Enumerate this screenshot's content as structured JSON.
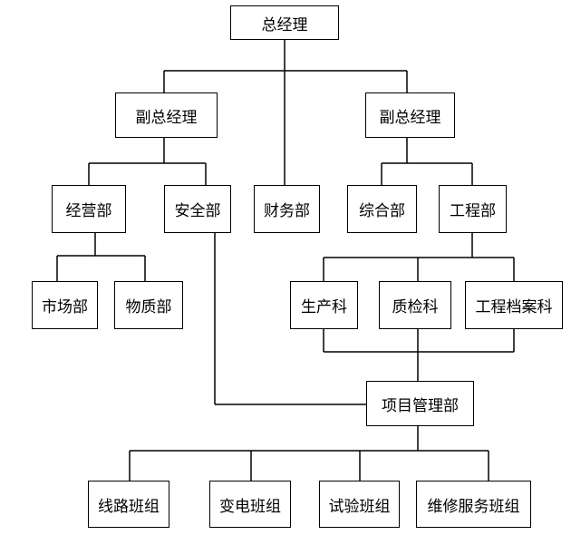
{
  "org_chart": {
    "ceo": "总经理",
    "vp_left": "副总经理",
    "vp_right": "副总经理",
    "departments": {
      "jingying": "经营部",
      "anquan": "安全部",
      "caiwu": "财务部",
      "zonghe": "综合部",
      "gongcheng": "工程部"
    },
    "sub_units": {
      "shichang": "市场部",
      "wuzhi": "物质部",
      "shengchan": "生产科",
      "zhijian": "质检科",
      "dangan": "工程档案科"
    },
    "project_dept": "项目管理部",
    "teams": {
      "xianlu": "线路班组",
      "biandian": "变电班组",
      "shiyan": "试验班组",
      "weixiu": "维修服务班组"
    }
  },
  "colors": {
    "line": "#000000",
    "box_border": "#000000",
    "box_fill": "#ffffff",
    "text": "#000000"
  }
}
